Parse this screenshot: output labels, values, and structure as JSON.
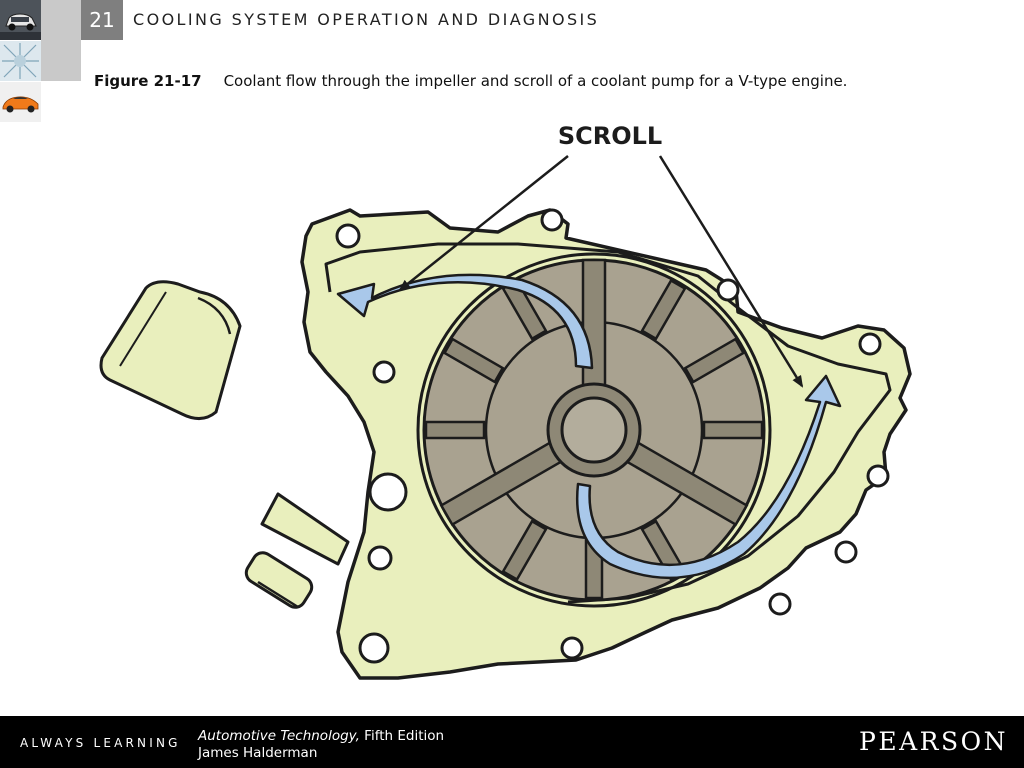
{
  "header": {
    "chapter_number": "21",
    "chapter_title": "COOLING SYSTEM OPERATION AND DIAGNOSIS"
  },
  "figure": {
    "label": "Figure 21-17",
    "caption": "Coolant flow through the impeller and scroll of a coolant pump for a V-type engine.",
    "annotation": "SCROLL"
  },
  "colors": {
    "housing": "#e9efbd",
    "impeller": "#a9a290",
    "impeller_dark": "#8e8876",
    "flow_arrow": "#a9c8ea",
    "outline": "#1c1c1c",
    "footer_bg": "#000000"
  },
  "footer": {
    "tagline": "ALWAYS LEARNING",
    "book_title": "Automotive Technology,",
    "book_edition": "Fifth Edition",
    "author": "James Halderman",
    "publisher": "PEARSON"
  }
}
